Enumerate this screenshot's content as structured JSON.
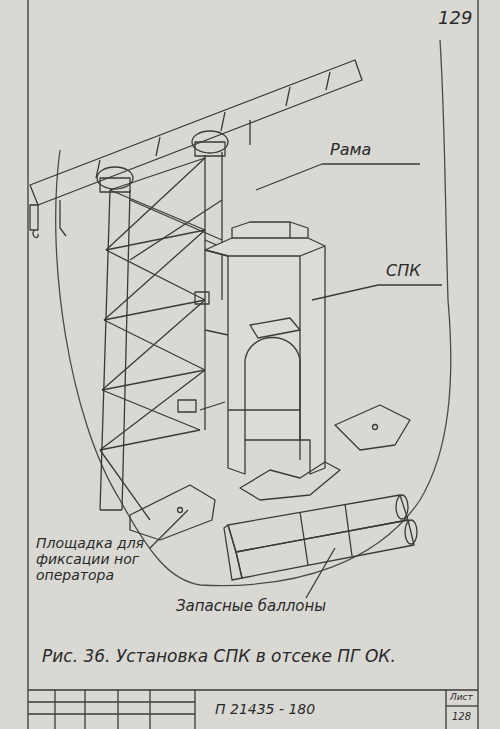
{
  "diagram": {
    "caption": "Рис. 36. Установка СПК в отсеке ПГ ОК.",
    "labels": [
      "Рама",
      "СПК",
      "Площадка для фиксации ног оператора",
      "Запасные баллоны",
      "129",
      "П 21435 - 180",
      "Лист",
      "128"
    ]
  }
}
